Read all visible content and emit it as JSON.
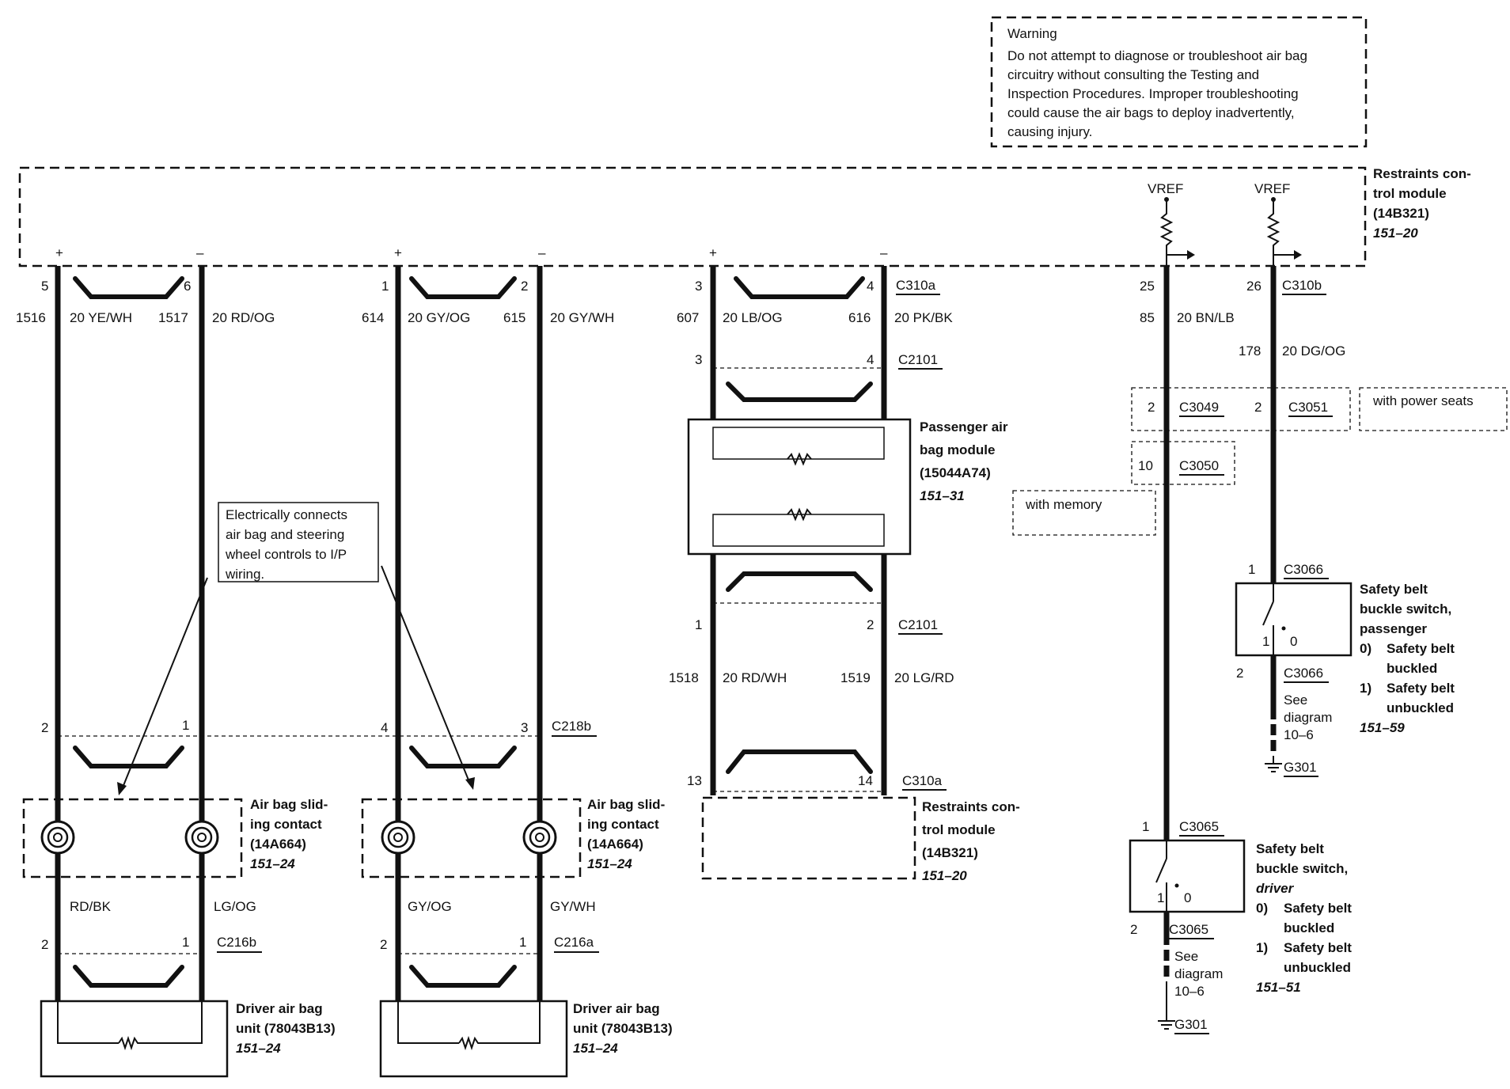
{
  "warning": {
    "title": "Warning",
    "lines": [
      "Do not attempt to diagnose or troubleshoot air bag",
      "circuitry without consulting the Testing and",
      "Inspection Procedures. Improper troubleshooting",
      "could cause the air bags to deploy inadvertently,",
      "causing injury."
    ]
  },
  "rcm_top": {
    "lines": [
      "Restraints con-",
      "trol module",
      "(14B321)"
    ],
    "ref": "151–20"
  },
  "vref": [
    "VREF",
    "VREF"
  ],
  "polarity": [
    "+",
    "–",
    "+",
    "–",
    "+",
    "–"
  ],
  "pins_top": [
    "5",
    "6",
    "1",
    "2",
    "3",
    "4",
    "25",
    "26"
  ],
  "wires_top": [
    {
      "circuit": "1516",
      "gauge": "20 YE/WH"
    },
    {
      "circuit": "1517",
      "gauge": "20 RD/OG"
    },
    {
      "circuit": "614",
      "gauge": "20 GY/OG"
    },
    {
      "circuit": "615",
      "gauge": "20 GY/WH"
    },
    {
      "circuit": "607",
      "gauge": "20 LB/OG"
    },
    {
      "circuit": "616",
      "gauge": "20 PK/BK"
    },
    {
      "circuit": "85",
      "gauge": "20 BN/LB"
    },
    {
      "circuit": "178",
      "gauge": "20 DG/OG"
    }
  ],
  "connectors": {
    "c310a_top": "C310a",
    "c310b": "C310b",
    "c2101_top": "C2101",
    "c2101_bot": "C2101",
    "c3049": "C3049",
    "c3051": "C3051",
    "c3050": "C3050",
    "c218b": "C218b",
    "c310a_bot": "C310a",
    "c216b": "C216b",
    "c216a": "C216a",
    "c3066_top": "C3066",
    "c3066_bot": "C3066",
    "c3065_top": "C3065",
    "c3065_bot": "C3065",
    "g301_a": "G301",
    "g301_b": "G301"
  },
  "pins_mid": {
    "c2101_top": [
      "3",
      "4"
    ],
    "c2101_bot": [
      "1",
      "2"
    ],
    "c3049": "2",
    "c3051": "2",
    "c3050": "10",
    "c218b": [
      "2",
      "1",
      "4",
      "3"
    ],
    "c310a_bot": [
      "13",
      "14"
    ],
    "c216": [
      "2",
      "1",
      "2",
      "1"
    ],
    "c3066": [
      "1",
      "2"
    ],
    "c3065": [
      "1",
      "2"
    ]
  },
  "wires_mid": [
    {
      "circuit": "1518",
      "gauge": "20 RD/WH"
    },
    {
      "circuit": "1519",
      "gauge": "20 LG/RD"
    }
  ],
  "wires_low": [
    "RD/BK",
    "LG/OG",
    "GY/OG",
    "GY/WH"
  ],
  "passenger_module": {
    "lines": [
      "Passenger air",
      "bag module",
      "(15044A74)"
    ],
    "ref": "151–31"
  },
  "with_power_seats": "with power seats",
  "with_memory": "with memory",
  "callout": [
    "Electrically connects",
    "air bag and steering",
    "wheel controls to I/P",
    "wiring."
  ],
  "sliding_contact": {
    "lines": [
      "Air bag slid-",
      "ing contact",
      "(14A664)"
    ],
    "ref": "151–24"
  },
  "rcm_bottom": {
    "lines": [
      "Restraints con-",
      "trol module",
      "(14B321)"
    ],
    "ref": "151–20"
  },
  "driver_unit": {
    "lines": [
      "Driver air bag",
      "unit (78043B13)"
    ],
    "ref": "151–24"
  },
  "switch_passenger": {
    "lines": [
      "Safety belt",
      "buckle switch,",
      "passenger"
    ],
    "states": [
      [
        "0)",
        "Safety belt",
        "buckled"
      ],
      [
        "1)",
        "Safety belt",
        "unbuckled"
      ]
    ],
    "ref": "151–59"
  },
  "switch_driver": {
    "lines": [
      "Safety belt",
      "buckle switch,",
      "driver"
    ],
    "states": [
      [
        "0)",
        "Safety belt",
        "buckled"
      ],
      [
        "1)",
        "Safety belt",
        "unbuckled"
      ]
    ],
    "ref": "151–51"
  },
  "switch_contacts": [
    "1",
    "0"
  ],
  "see_diagram": [
    "See",
    "diagram",
    "10–6"
  ]
}
